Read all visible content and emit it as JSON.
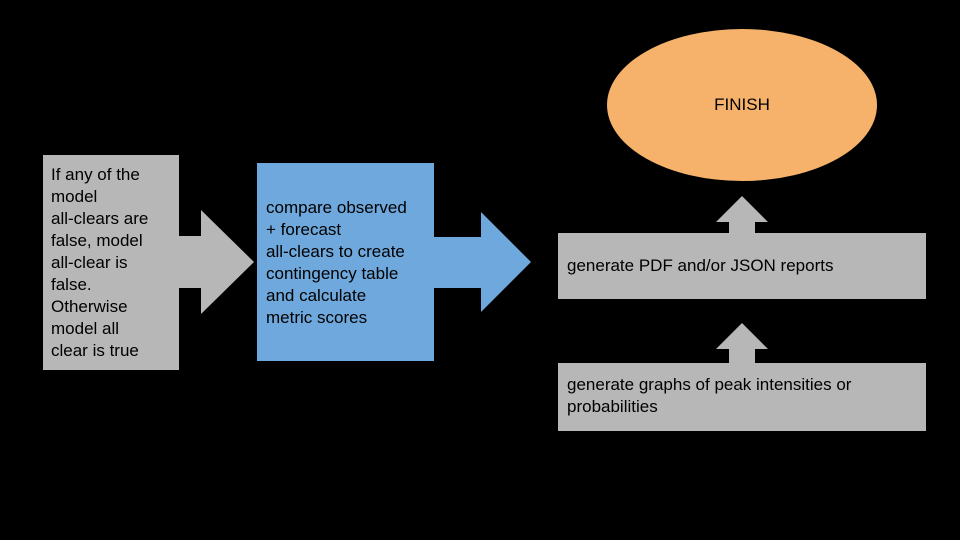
{
  "nodes": {
    "all_clear_rule": {
      "text": "If any of the\nmodel\nall-clears are\nfalse, model\nall-clear is\nfalse.\nOtherwise\nmodel all\nclear is true",
      "fill": "#b7b7b7"
    },
    "compare": {
      "text": "compare observed\n+ forecast\nall-clears to create\ncontingency table\nand calculate\nmetric scores",
      "fill": "#6fa8dc"
    },
    "reports": {
      "text": "generate PDF and/or JSON reports",
      "fill": "#b7b7b7"
    },
    "graphs": {
      "text": "generate graphs of peak intensities or\nprobabilities",
      "fill": "#b7b7b7"
    },
    "finish": {
      "text": "FINISH",
      "fill": "#f6b26b"
    }
  },
  "colors": {
    "background": "#000000",
    "arrow_gray": "#b7b7b7",
    "arrow_blue": "#6fa8dc"
  }
}
